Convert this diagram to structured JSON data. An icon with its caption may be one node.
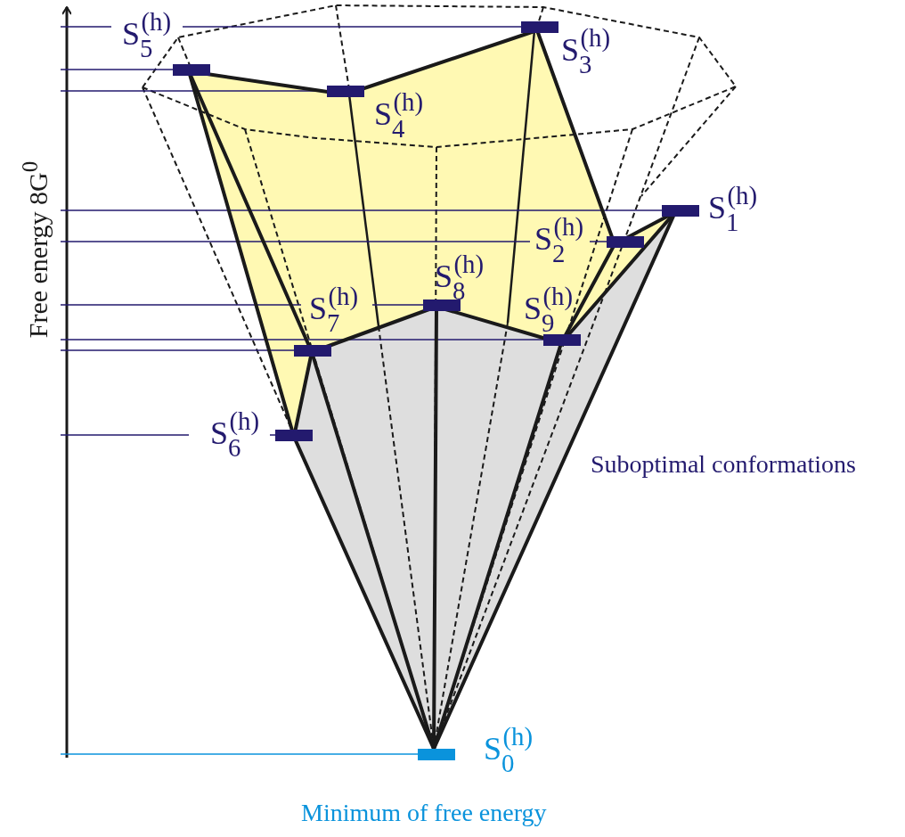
{
  "diagram": {
    "nodes": [
      {
        "text": [
          "S$_{0}$$^{(h)}$"
        ],
        "beside": [
          "Minimum of free energy"
        ]
      },
      {
        "text": [
          "S$_{1}$$^{(h)}$"
        ]
      },
      {
        "text": [
          "S$_{2}$$^{(h)}$"
        ]
      },
      {
        "text": [
          "S$_{3}$$^{(h)}$"
        ]
      },
      {
        "text": [
          "S$_{4}$$^{(h)}$"
        ]
      },
      {
        "text": [
          "S$_{5}$$^{(h)}$"
        ]
      },
      {
        "text": [
          "S$_{6}$$^{(h)}$"
        ]
      },
      {
        "text": [
          "S$_{7}$$^{(h)}$"
        ]
      },
      {
        "text": [
          "S$_{8}$$^{(h)}$"
        ]
      },
      {
        "text": [
          "S$_{9}$$^{(h)}$"
        ]
      }
    ],
    "edges": [
      {
        "from": 5,
        "to": 4,
        "arrow": "none"
      },
      {
        "from": 4,
        "to": 3,
        "arrow": "none"
      },
      {
        "from": 3,
        "to": 2,
        "arrow": "none"
      },
      {
        "from": 2,
        "to": 1,
        "arrow": "none"
      },
      {
        "from": 5,
        "to": 6,
        "arrow": "none"
      },
      {
        "from": 6,
        "to": 7,
        "arrow": "none"
      },
      {
        "from": 7,
        "to": 8,
        "arrow": "none"
      },
      {
        "from": 8,
        "to": 9,
        "arrow": "none"
      },
      {
        "from": 9,
        "to": 1,
        "arrow": "none"
      },
      {
        "from": 5,
        "to": 7,
        "arrow": "none"
      },
      {
        "from": 2,
        "to": 9,
        "arrow": "none"
      },
      {
        "from": 0,
        "to": 6,
        "arrow": "none"
      },
      {
        "from": 0,
        "to": 7,
        "arrow": "none"
      },
      {
        "from": 0,
        "to": 8,
        "arrow": "none"
      },
      {
        "from": 0,
        "to": 9,
        "arrow": "none"
      },
      {
        "from": 0,
        "to": 1,
        "arrow": "none"
      }
    ],
    "labels": [
      "Free energy 8G$^{0}$",
      "Suboptimal conformations"
    ]
  }
}
